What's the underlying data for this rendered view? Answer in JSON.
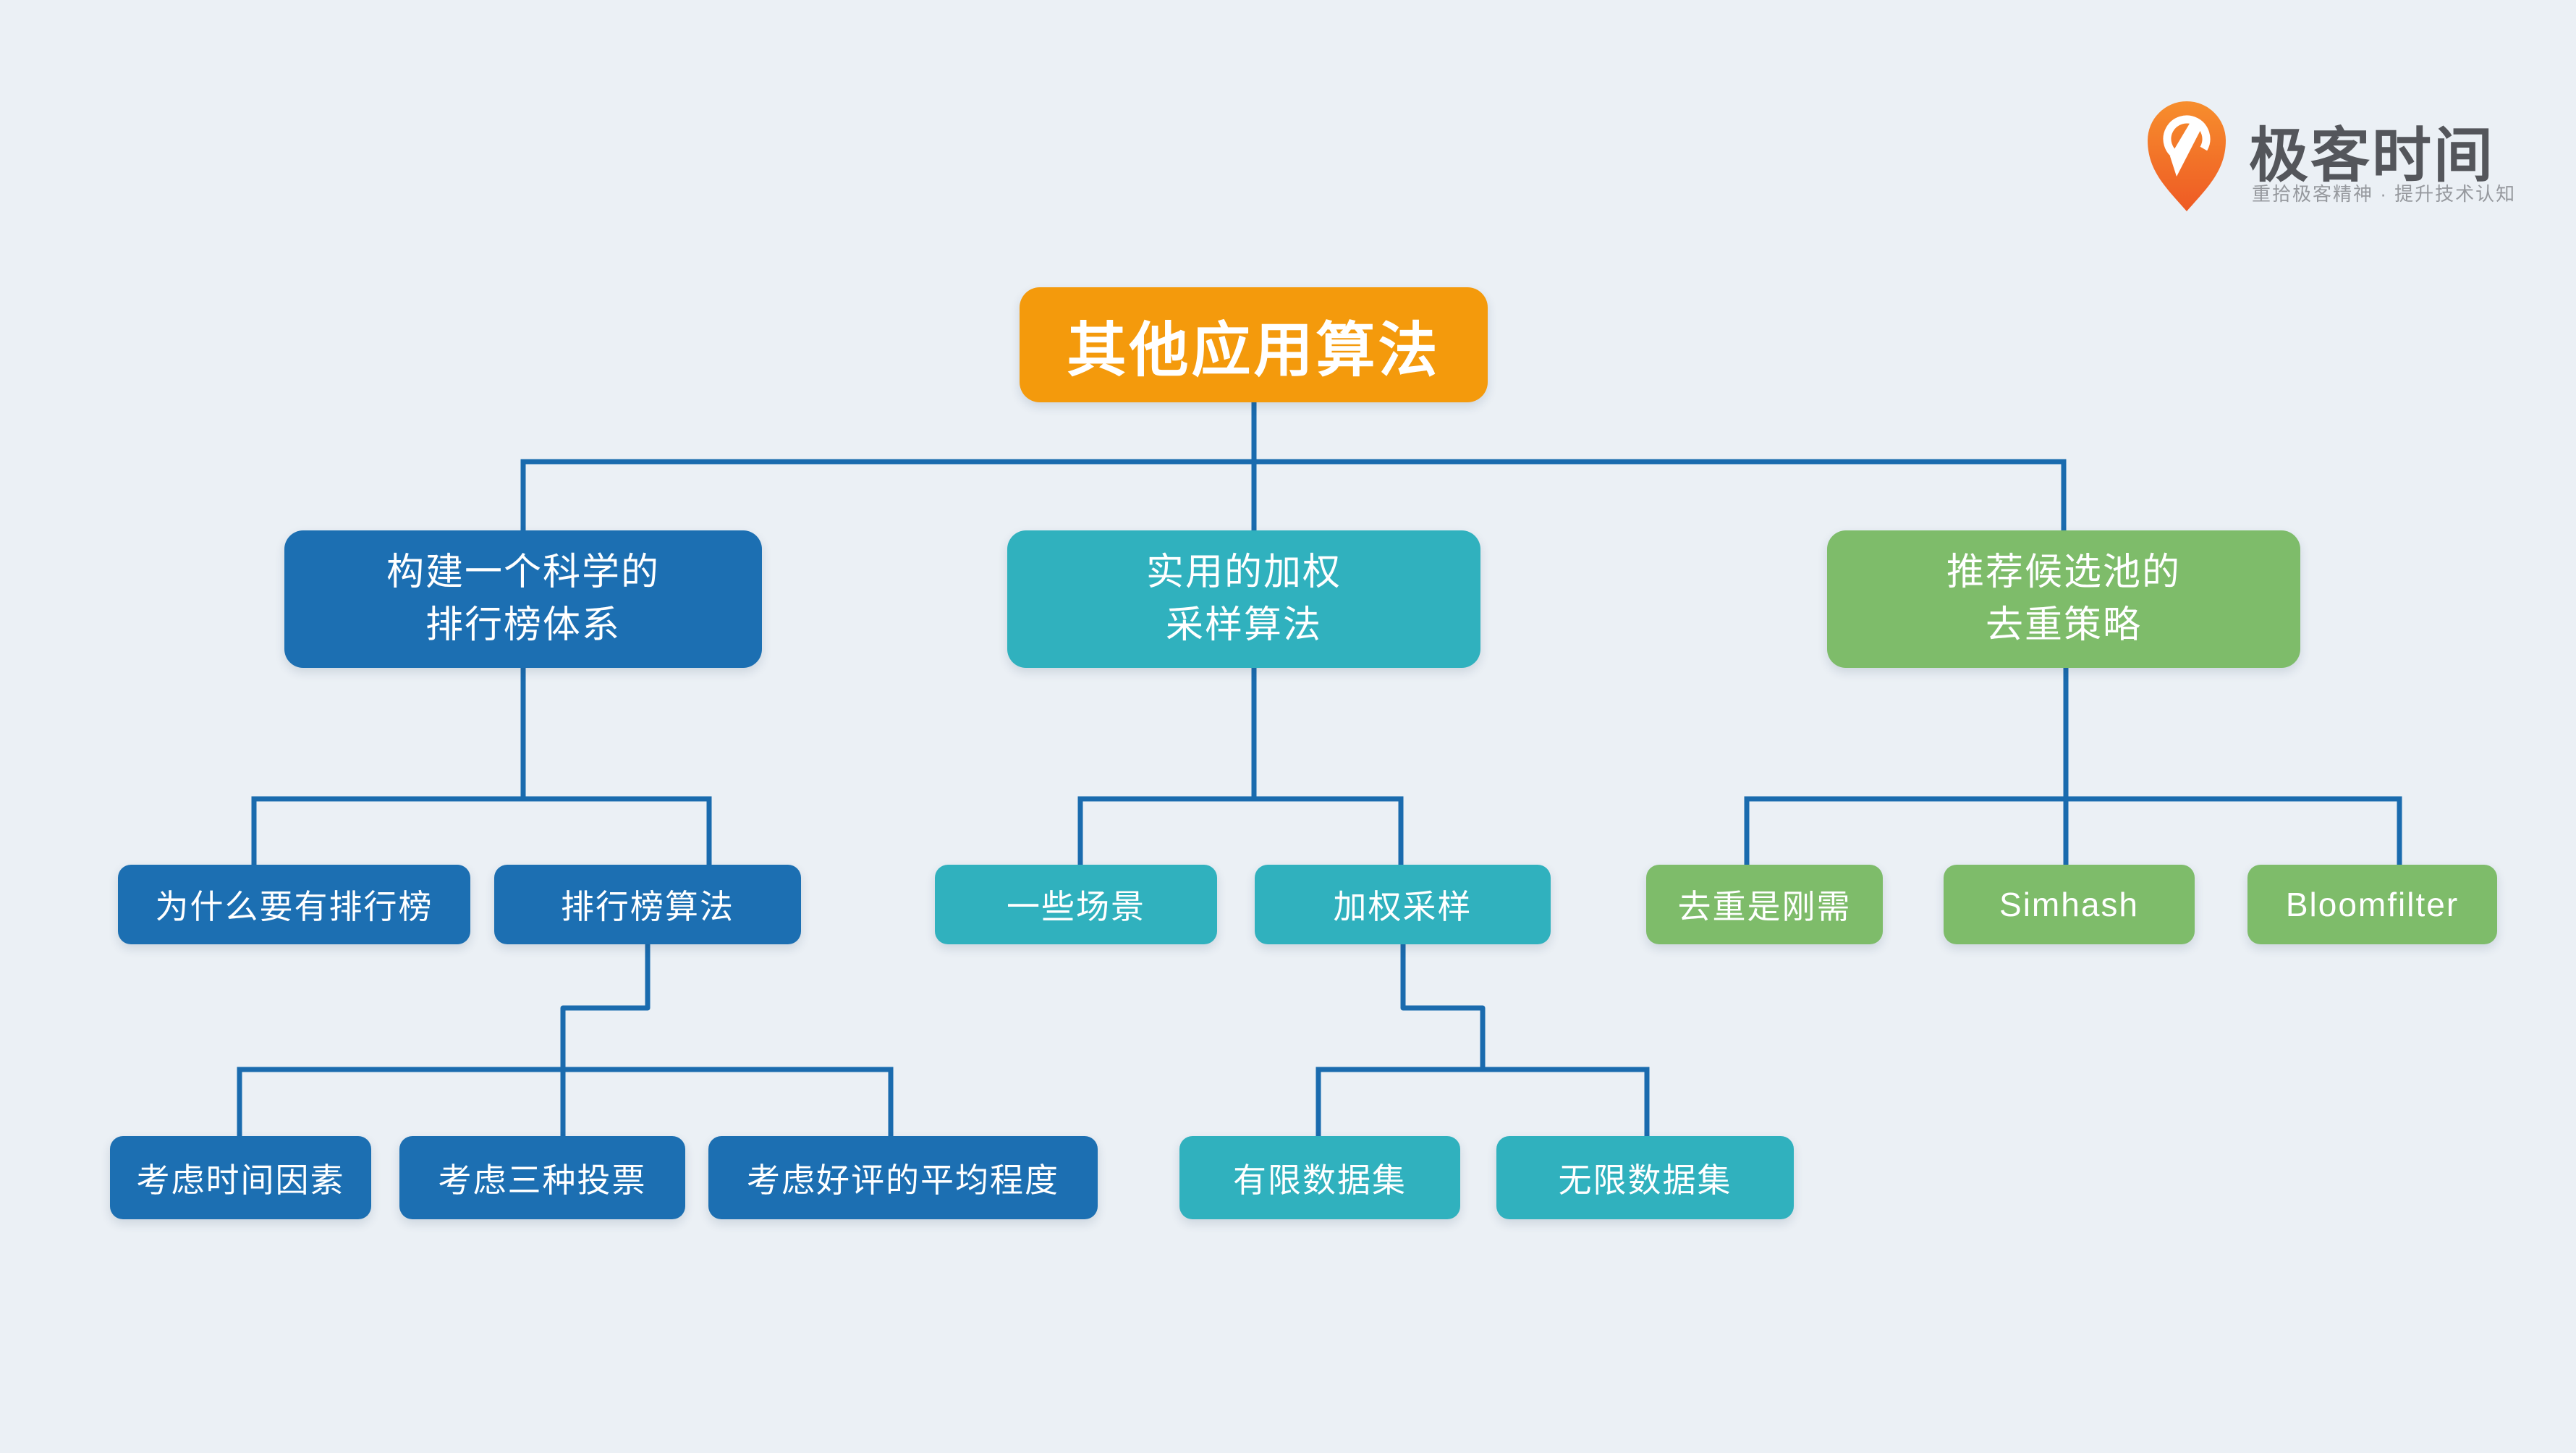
{
  "colors": {
    "background": "#EBF0F5",
    "root_orange": "#F49A0C",
    "branch_blue": "#1C6FB2",
    "branch_teal": "#30B1BE",
    "branch_green": "#7EBC6A",
    "connector_blue": "#1A6BAE",
    "logo_orange": "#F3671F",
    "logo_text_gray": "#54565B",
    "logo_tagline_gray": "#96999E"
  },
  "logo": {
    "wordmark": "极客时间",
    "tagline": "重拾极客精神 · 提升技术认知"
  },
  "mindmap": {
    "root": {
      "label": "其他应用算法"
    },
    "branches": [
      {
        "line1": "构建一个科学的",
        "line2": "排行榜体系",
        "children": [
          {
            "label": "为什么要有排行榜"
          },
          {
            "label": "排行榜算法",
            "children": [
              {
                "label": "考虑时间因素"
              },
              {
                "label": "考虑三种投票"
              },
              {
                "label": "考虑好评的平均程度"
              }
            ]
          }
        ]
      },
      {
        "line1": "实用的加权",
        "line2": "采样算法",
        "children": [
          {
            "label": "一些场景"
          },
          {
            "label": "加权采样",
            "children": [
              {
                "label": "有限数据集"
              },
              {
                "label": "无限数据集"
              }
            ]
          }
        ]
      },
      {
        "line1": "推荐候选池的",
        "line2": "去重策略",
        "children": [
          {
            "label": "去重是刚需"
          },
          {
            "label": "Simhash"
          },
          {
            "label": "Bloomfilter"
          }
        ]
      }
    ]
  }
}
